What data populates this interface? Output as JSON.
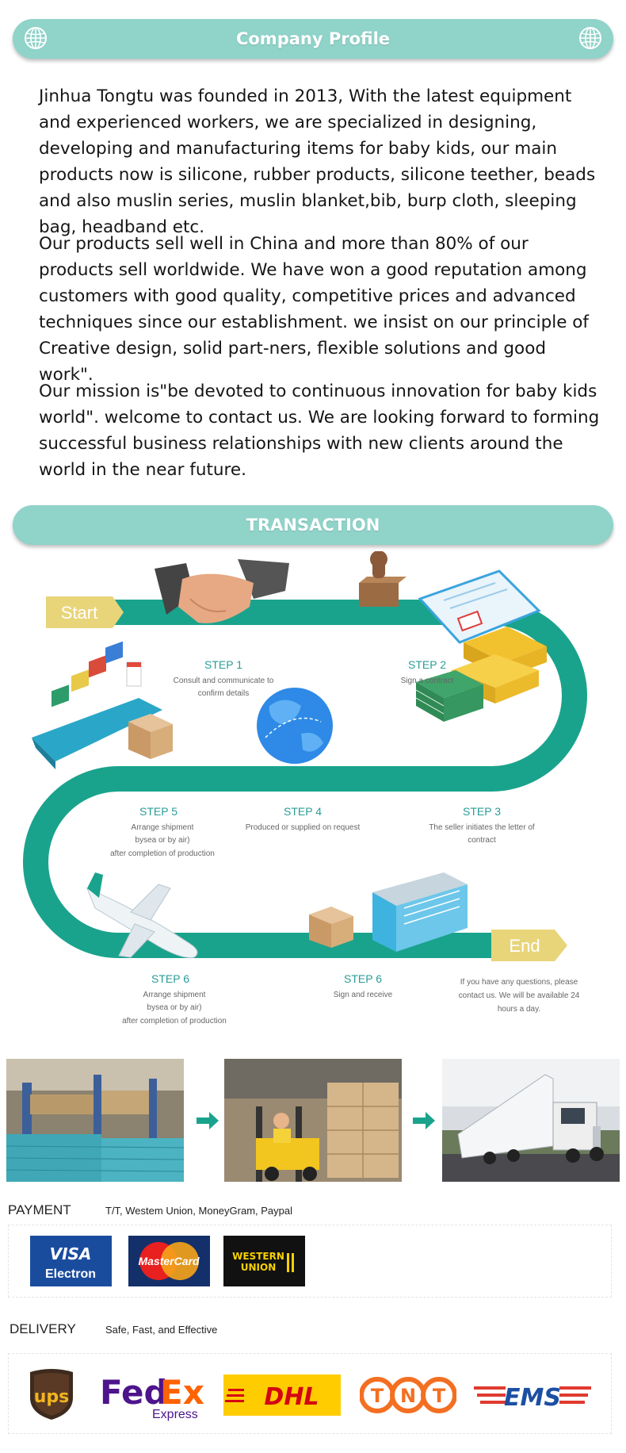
{
  "company_profile": {
    "title": "Company Profile",
    "paragraphs": [
      "Jinhua Tongtu was founded in 2013, With the latest equipment and experienced workers, we are specialized in designing, developing and manufacturing items for baby kids, our main products now is silicone, rubber products, silicone teether, beads and also muslin series, muslin blanket,bib, burp cloth, sleeping bag, headband etc.",
      "Our products sell well in China and more than 80% of our products sell worldwide. We have won a good reputation among customers with good quality, competitive prices and advanced techniques since our establishment. we insist on our principle of Creative design, solid part-ners, flexible solutions and good work\".",
      "Our mission is\"be devoted to continuous innovation for baby kids world\". welcome to contact us. We are looking forward to forming successful business relationships with new clients around the world in the near future."
    ]
  },
  "transaction": {
    "title": "TRANSACTION",
    "start_label": "Start",
    "end_label": "End",
    "steps": [
      {
        "title": "STEP 1",
        "desc": [
          "Consult and communicate to",
          "confirm details"
        ]
      },
      {
        "title": "STEP 2",
        "desc": [
          "Sign a contract"
        ]
      },
      {
        "title": "STEP 3",
        "desc": [
          "The seller initiates the letter of",
          "contract"
        ]
      },
      {
        "title": "STEP 4",
        "desc": [
          "Produced or supplied on request"
        ]
      },
      {
        "title": "STEP 5",
        "desc": [
          "Arrange shipment",
          "bysea or by air)",
          "after completion of production"
        ]
      },
      {
        "title": "STEP 6",
        "desc": [
          "Arrange shipment",
          "bysea or by air)",
          "after completion of production"
        ]
      },
      {
        "title": "STEP 6",
        "desc": [
          "Sign and receive"
        ]
      }
    ],
    "end_note": [
      "If you have any questions, please",
      "contact us. We will be available 24",
      "hours a day."
    ]
  },
  "payment": {
    "label": "PAYMENT",
    "methods": "T/T, Westem Union, MoneyGram, Paypal",
    "logos": {
      "visa_top": "VISA",
      "visa_bottom": "Electron",
      "mastercard": "MasterCard",
      "western_union_1": "WESTERN",
      "western_union_2": "UNION"
    }
  },
  "delivery": {
    "label": "DELIVERY",
    "text": "Safe, Fast, and Effective",
    "logos": {
      "ups": "ups",
      "fedex_fed": "Fed",
      "fedex_ex": "Ex",
      "fedex_express": "Express",
      "dhl": "DHL",
      "tnt": [
        "T",
        "N",
        "T"
      ],
      "ems": "EMS"
    }
  },
  "colors": {
    "banner": "#8fd3c9",
    "track": "#1aa38c",
    "step_text": "#2a9d97",
    "start_tag": "#e8d57a"
  }
}
